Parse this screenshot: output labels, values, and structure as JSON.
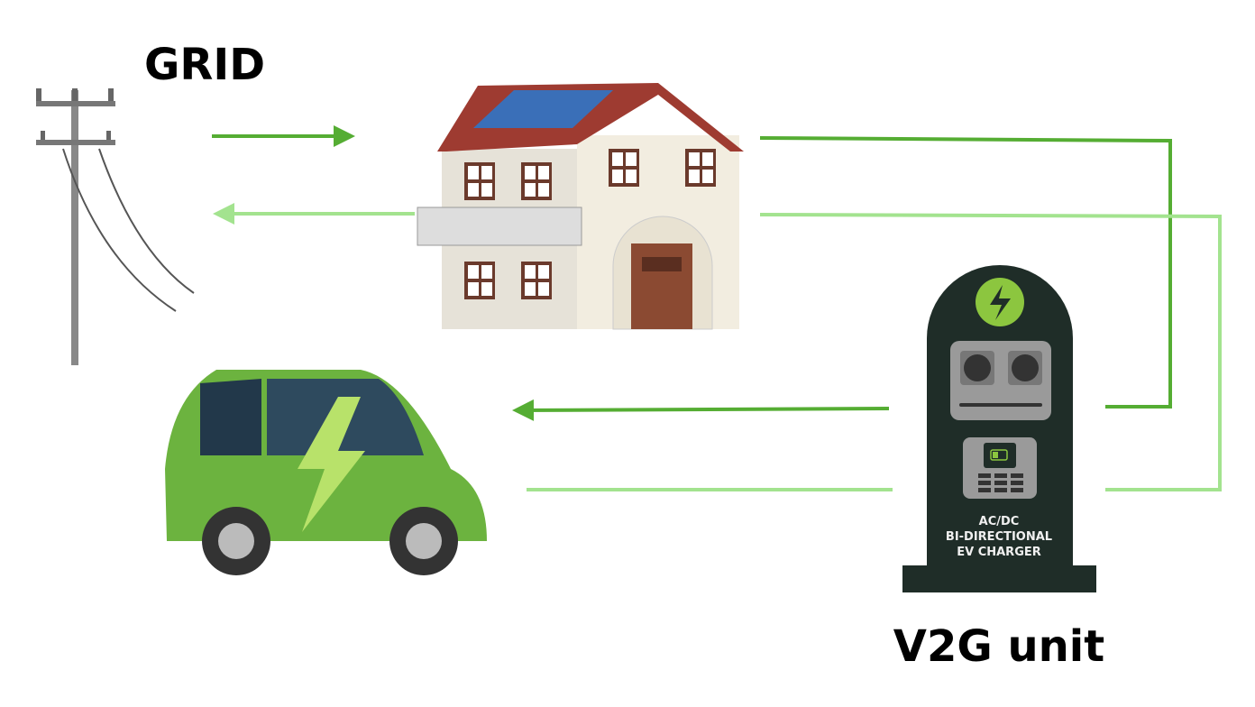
{
  "labels": {
    "grid": "GRID",
    "v2g": "V2G unit",
    "charger_line1": "AC/DC",
    "charger_line2": "BI-DIRECTIONAL",
    "charger_line3": "EV CHARGER"
  },
  "colors": {
    "flow_primary": "#55ad33",
    "flow_secondary": "#a3e38f",
    "charger_body": "#1f2d28",
    "car_body": "#6cb33f",
    "roof": "#9e3b31",
    "wall": "#f2ede0"
  },
  "icons": [
    "utility-pole-icon",
    "house-icon",
    "electric-car-icon",
    "ev-charger-icon",
    "lightning-icon",
    "battery-icon"
  ]
}
